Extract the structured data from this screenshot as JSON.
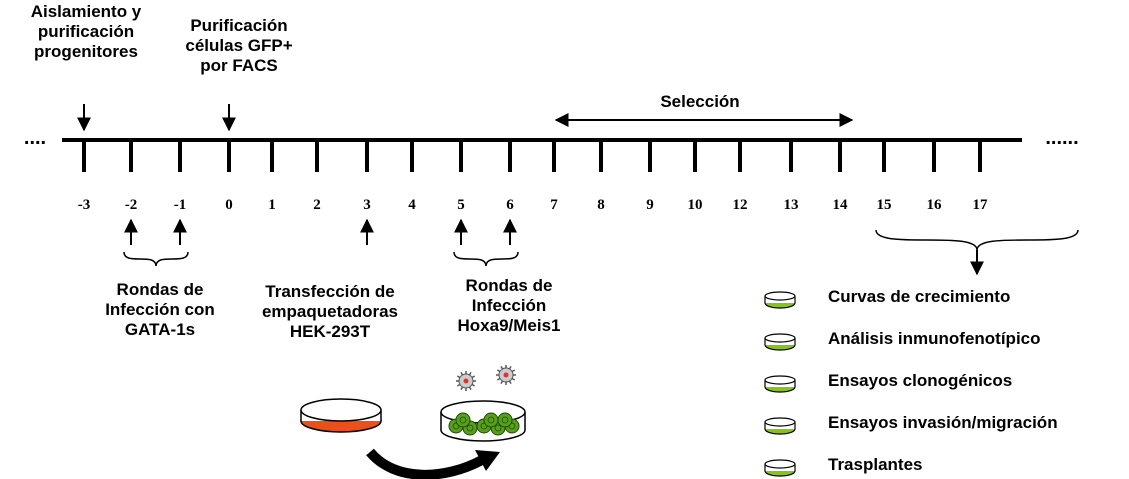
{
  "labels": {
    "isolation": "Aislamiento y\npurificación\nprogenitores",
    "facs": "Purificación\ncélulas GFP+\npor FACS",
    "selection": "Selección",
    "gata": "Rondas de\nInfección con\nGATA-1s",
    "transfection": "Transfección de\nempaquetadoras\nHEK-293T",
    "hoxa": "Rondas de\nInfección\nHoxa9/Meis1"
  },
  "timeline": {
    "days": [
      "-3",
      "-2",
      "-1",
      "0",
      "1",
      "2",
      "3",
      "4",
      "5",
      "6",
      "7",
      "8",
      "9",
      "10",
      "12",
      "13",
      "14",
      "15",
      "16",
      "17"
    ],
    "dots_left": "....",
    "dots_right": "......"
  },
  "assays": [
    "Curvas de crecimiento",
    "Análisis inmunofenotípico",
    "Ensayos clonogénicos",
    "Ensayos invasión/migración",
    "Trasplantes"
  ],
  "colors": {
    "line": "#000000",
    "dish_orange": "#e8521a",
    "dish_green": "#88c21b",
    "cell_green": "#58a01c"
  }
}
